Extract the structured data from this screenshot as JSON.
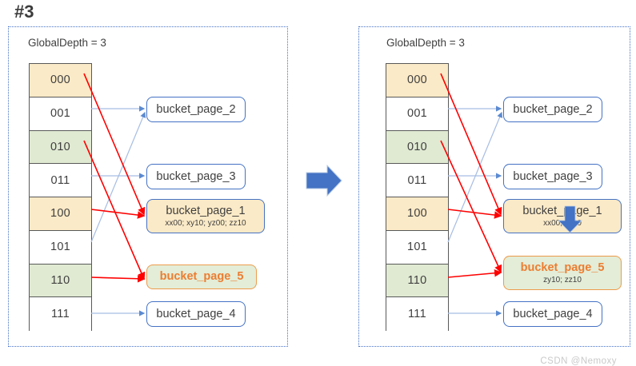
{
  "step": {
    "label": "#3"
  },
  "watermark": {
    "text": "CSDN @Nemoxy"
  },
  "colors": {
    "panel_border": "#4472c4",
    "cell_yellow": "#fbeac7",
    "cell_green": "#e0ead2",
    "arrow_blue": "#a6bde3",
    "arrow_red": "#ff0000",
    "big_arrow_blue": "#4472c4",
    "highlight_orange": "#ed7d31",
    "watermark_gray": "#c9c9c9"
  },
  "left_panel": {
    "global_depth_label": "GlobalDepth = 3",
    "directory": [
      {
        "bits": "000",
        "fill": "yellow"
      },
      {
        "bits": "001",
        "fill": "white"
      },
      {
        "bits": "010",
        "fill": "green"
      },
      {
        "bits": "011",
        "fill": "white"
      },
      {
        "bits": "100",
        "fill": "yellow"
      },
      {
        "bits": "101",
        "fill": "white"
      },
      {
        "bits": "110",
        "fill": "green"
      },
      {
        "bits": "111",
        "fill": "white"
      }
    ],
    "buckets": [
      {
        "id": "bucket_page_2",
        "title": "bucket_page_2",
        "keys": "",
        "style": "plain"
      },
      {
        "id": "bucket_page_3",
        "title": "bucket_page_3",
        "keys": "",
        "style": "plain"
      },
      {
        "id": "bucket_page_1",
        "title": "bucket_page_1",
        "keys": "xx00; xy10; yz00; zz10",
        "style": "yellow"
      },
      {
        "id": "bucket_page_5",
        "title": "bucket_page_5",
        "keys": "",
        "style": "green-orange"
      },
      {
        "id": "bucket_page_4",
        "title": "bucket_page_4",
        "keys": "",
        "style": "plain"
      }
    ],
    "links": [
      {
        "from": "001",
        "to": "bucket_page_2",
        "color": "blue"
      },
      {
        "from": "011",
        "to": "bucket_page_3",
        "color": "blue"
      },
      {
        "from": "101",
        "to": "bucket_page_2",
        "color": "blue"
      },
      {
        "from": "111",
        "to": "bucket_page_4",
        "color": "blue"
      },
      {
        "from": "000",
        "to": "bucket_page_1",
        "color": "red"
      },
      {
        "from": "010",
        "to": "bucket_page_5",
        "color": "red"
      },
      {
        "from": "100",
        "to": "bucket_page_1",
        "color": "red"
      },
      {
        "from": "110",
        "to": "bucket_page_5",
        "color": "red"
      }
    ]
  },
  "right_panel": {
    "global_depth_label": "GlobalDepth = 3",
    "directory": [
      {
        "bits": "000",
        "fill": "yellow"
      },
      {
        "bits": "001",
        "fill": "white"
      },
      {
        "bits": "010",
        "fill": "green"
      },
      {
        "bits": "011",
        "fill": "white"
      },
      {
        "bits": "100",
        "fill": "yellow"
      },
      {
        "bits": "101",
        "fill": "white"
      },
      {
        "bits": "110",
        "fill": "green"
      },
      {
        "bits": "111",
        "fill": "white"
      }
    ],
    "buckets": [
      {
        "id": "bucket_page_2",
        "title": "bucket_page_2",
        "keys": "",
        "style": "plain"
      },
      {
        "id": "bucket_page_3",
        "title": "bucket_page_3",
        "keys": "",
        "style": "plain"
      },
      {
        "id": "bucket_page_1",
        "title": "bucket_page_1",
        "keys": "xx00; yz00",
        "style": "yellow"
      },
      {
        "id": "bucket_page_5",
        "title": "bucket_page_5",
        "keys": "zy10; zz10",
        "style": "green-orange"
      },
      {
        "id": "bucket_page_4",
        "title": "bucket_page_4",
        "keys": "",
        "style": "plain"
      }
    ],
    "links": [
      {
        "from": "001",
        "to": "bucket_page_2",
        "color": "blue"
      },
      {
        "from": "011",
        "to": "bucket_page_3",
        "color": "blue"
      },
      {
        "from": "101",
        "to": "bucket_page_2",
        "color": "blue"
      },
      {
        "from": "111",
        "to": "bucket_page_4",
        "color": "blue"
      },
      {
        "from": "000",
        "to": "bucket_page_1",
        "color": "red"
      },
      {
        "from": "010",
        "to": "bucket_page_5",
        "color": "red"
      },
      {
        "from": "100",
        "to": "bucket_page_1",
        "color": "red"
      },
      {
        "from": "110",
        "to": "bucket_page_5",
        "color": "red"
      }
    ],
    "split_arrow": {
      "name": "split-down-arrow",
      "direction": "down"
    }
  },
  "transition_arrow": {
    "name": "transition-right-arrow",
    "direction": "right"
  }
}
